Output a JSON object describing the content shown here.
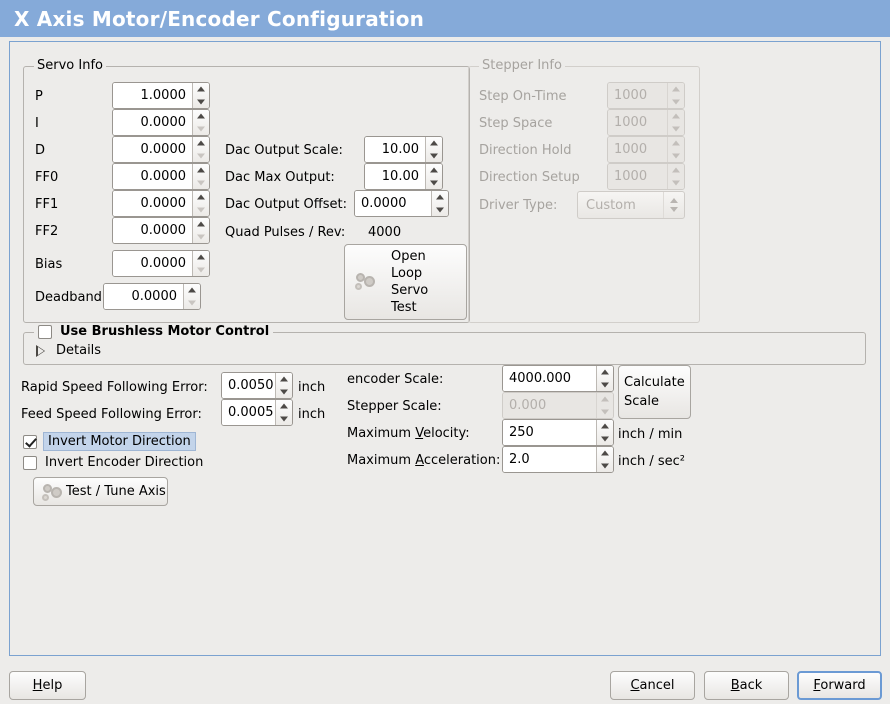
{
  "window": {
    "title": "X Axis Motor/Encoder Configuration",
    "title_bg": "#85aad9",
    "panel_border": "#7ba2d0",
    "background": "#edecea"
  },
  "servo_info": {
    "legend": "Servo Info",
    "rows": [
      {
        "label": "P",
        "value": "1.0000"
      },
      {
        "label": "I",
        "value": "0.0000"
      },
      {
        "label": "D",
        "value": "0.0000"
      },
      {
        "label": "FF0",
        "value": "0.0000"
      },
      {
        "label": "FF1",
        "value": "0.0000"
      },
      {
        "label": "FF2",
        "value": "0.0000"
      },
      {
        "label": "Bias",
        "value": "0.0000"
      },
      {
        "label": "Deadband",
        "value": "0.0000"
      }
    ],
    "dac": {
      "output_scale_label": "Dac Output Scale:",
      "output_scale_value": "10.00",
      "max_output_label": "Dac Max Output:",
      "max_output_value": "10.00",
      "output_offset_label": "Dac Output Offset:",
      "output_offset_value": "0.0000",
      "quad_pulses_label": "Quad Pulses / Rev:",
      "quad_pulses_value": "4000"
    },
    "open_loop_button": "Open\nLoop\nServo\nTest",
    "open_loop_lines": [
      "Open",
      "Loop",
      "Servo",
      "Test"
    ],
    "open_loop_icon": "gears-icon"
  },
  "stepper_info": {
    "legend": "Stepper Info",
    "enabled": false,
    "rows": [
      {
        "label": "Step On-Time",
        "value": "1000"
      },
      {
        "label": "Step Space",
        "value": "1000"
      },
      {
        "label": "Direction Hold",
        "value": "1000"
      },
      {
        "label": "Direction Setup",
        "value": "1000"
      }
    ],
    "driver_type_label": "Driver Type:",
    "driver_type_value": "Custom"
  },
  "brushless": {
    "checkbox_label": "Use Brushless Motor Control",
    "checked": false,
    "details_label": "Details",
    "details_expanded": false
  },
  "following_error": {
    "rapid_label": "Rapid Speed Following Error:",
    "rapid_value": "0.0050",
    "rapid_unit": "inch",
    "feed_label": "Feed Speed Following Error:",
    "feed_value": "0.0005",
    "feed_unit": "inch"
  },
  "direction": {
    "invert_motor_label": "Invert Motor Direction",
    "invert_motor_checked": true,
    "invert_motor_focused": true,
    "invert_encoder_label": "Invert Encoder Direction",
    "invert_encoder_checked": false
  },
  "test_tune_button": {
    "label": "Test / Tune Axis",
    "icon": "gears-icon"
  },
  "scales": {
    "encoder_scale_label": "encoder Scale:",
    "encoder_scale_value": "4000.000",
    "stepper_scale_label": "Stepper Scale:",
    "stepper_scale_value": "0.000",
    "stepper_scale_enabled": false,
    "calculate_scale_lines": [
      "Calculate",
      "Scale"
    ],
    "max_velocity_label_pre": "Maximum ",
    "max_velocity_label_mnemonic": "V",
    "max_velocity_label_post": "elocity:",
    "max_velocity_value": "250",
    "max_velocity_unit": "inch / min",
    "max_accel_label_pre": "Maximum ",
    "max_accel_label_mnemonic": "A",
    "max_accel_label_post": "cceleration:",
    "max_accel_value": "2.0",
    "max_accel_unit": "inch / sec²"
  },
  "footer": {
    "help_pre": "",
    "help_mnemonic": "H",
    "help_post": "elp",
    "cancel_pre": "",
    "cancel_mnemonic": "C",
    "cancel_post": "ancel",
    "back_pre": "",
    "back_mnemonic": "B",
    "back_post": "ack",
    "forward_pre": "",
    "forward_mnemonic": "F",
    "forward_post": "orward",
    "forward_focused": true
  }
}
